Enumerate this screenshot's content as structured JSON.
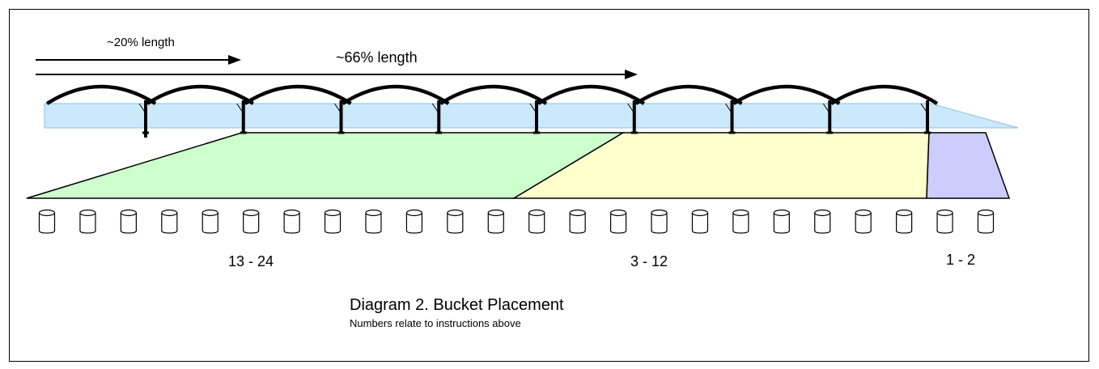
{
  "arrows": [
    {
      "label": "~20% length"
    },
    {
      "label": "~66% length"
    }
  ],
  "zones": [
    {
      "label": "13 - 24",
      "color": "#ccffcc"
    },
    {
      "label": "3 - 12",
      "color": "#ffffcc"
    },
    {
      "label": "1 - 2",
      "color": "#ccccff"
    }
  ],
  "boom_color": "#cce9fb",
  "bucket_count": 24,
  "nozzle_count": 9,
  "caption": {
    "title": "Diagram 2. Bucket Placement",
    "subtitle": "Numbers relate to instructions above"
  }
}
